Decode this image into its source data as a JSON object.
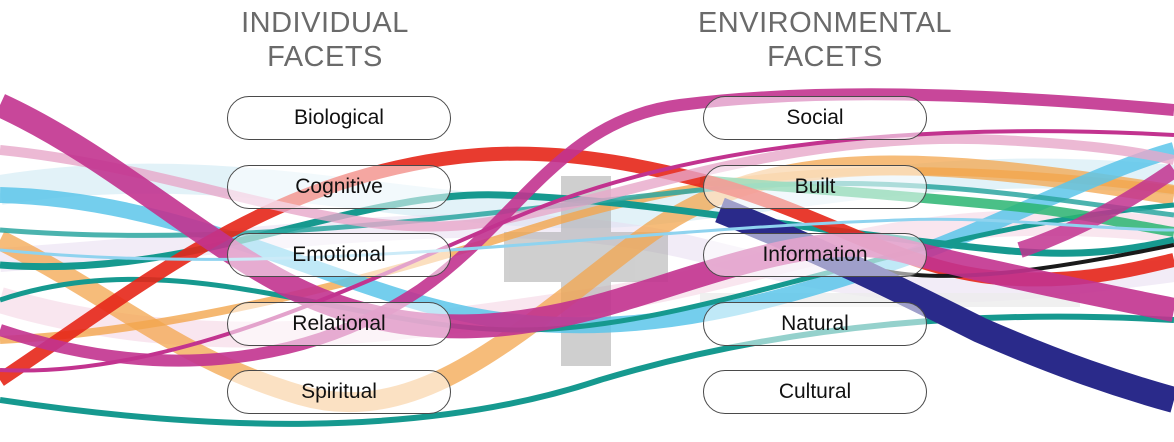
{
  "headings": {
    "individual": [
      "INDIVIDUAL",
      "FACETS"
    ],
    "environmental": [
      "ENVIRONMENTAL",
      "FACETS"
    ]
  },
  "individual_facets": [
    "Biological",
    "Cognitive",
    "Emotional",
    "Relational",
    "Spiritual"
  ],
  "environmental_facets": [
    "Social",
    "Built",
    "Information",
    "Natural",
    "Cultural"
  ],
  "plus_sign": {
    "color": "#a9a9a9"
  },
  "ribbon_colors": {
    "magenta": "#c2338f",
    "orange": "#f3a64e",
    "red": "#e52618",
    "teal": "#16998f",
    "sky_blue": "#5cc6ea",
    "navy": "#2a2a8a",
    "pink": "#e7a8c9",
    "green": "#2ab572"
  }
}
